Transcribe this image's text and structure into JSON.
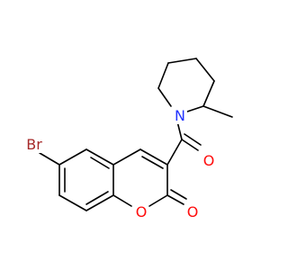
{
  "colors": {
    "bond": "#000000",
    "oxygen": "#ff0d0d",
    "nitrogen": "#2233ff",
    "bromine": "#a62929",
    "background": "#ffffff"
  },
  "atoms": {
    "br": {
      "symbol": "Br",
      "element": "bromine"
    },
    "n": {
      "symbol": "N",
      "element": "nitrogen"
    },
    "o_carbonyl_amide": {
      "symbol": "O",
      "element": "oxygen"
    },
    "o_ring": {
      "symbol": "O",
      "element": "oxygen"
    },
    "o_lactone": {
      "symbol": "O",
      "element": "oxygen"
    }
  }
}
